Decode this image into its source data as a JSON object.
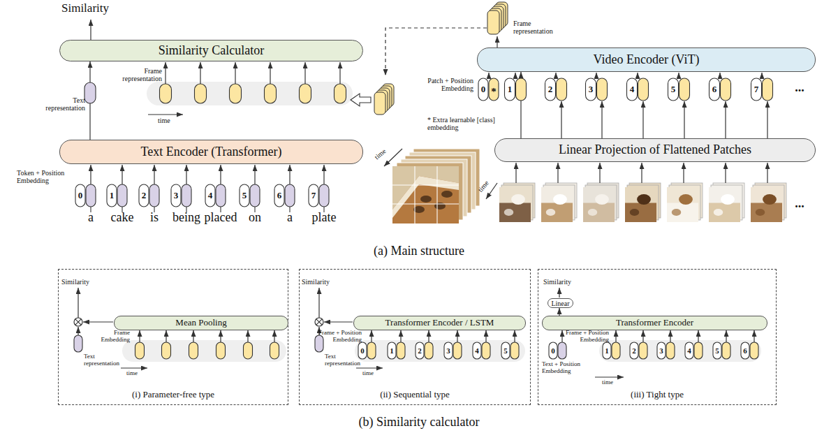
{
  "diagram": {
    "nodes": [
      {
        "text": [
          "Similarity Calculator"
        ]
      },
      {
        "text": [
          "Video Encoder (ViT)"
        ]
      },
      {
        "text": [
          "Text Encoder (Transformer)"
        ]
      },
      {
        "text": [
          "Linear Projection of Flattened Patches"
        ]
      },
      {
        "text": [
          "(i) Parameter-free type"
        ]
      },
      {
        "text": [
          "Mean Pooling"
        ],
        "in": 4
      },
      {
        "text": [
          "(ii) Sequential type"
        ]
      },
      {
        "text": [
          "Transformer Encoder / LSTM"
        ],
        "in": 6
      },
      {
        "text": [
          "(iii) Tight type"
        ]
      },
      {
        "text": [
          "Linear"
        ],
        "in": 8
      },
      {
        "text": [
          "Transformer Encoder"
        ],
        "in": 8
      }
    ],
    "edges": [
      {
        "from": 2,
        "to": 0,
        "arrow": "to"
      },
      {
        "from": 3,
        "to": 1,
        "arrow": "to"
      },
      {
        "from": 10,
        "to": 9,
        "arrow": "to"
      }
    ],
    "labels": [
      "Similarity",
      "Frame representation",
      "time",
      "Text representation",
      "Token + Position Embedding",
      "0",
      "1",
      "2",
      "3",
      "4",
      "5",
      "6",
      "7",
      "a",
      "cake",
      "is",
      "being",
      "placed",
      "on",
      "a",
      "plate",
      "Frame representation",
      "Patch + Position Embedding",
      "0",
      "*",
      "1",
      "2",
      "3",
      "4",
      "5",
      "6",
      "7",
      "...",
      "* Extra learnable [class] embedding",
      "time",
      "time",
      "...",
      "(a) Main structure",
      "Similarity",
      "Frame Embedding",
      "Text representation",
      "time",
      "Similarity",
      "Frame + Position Embedding",
      "Text representation",
      "0",
      "1",
      "2",
      "3",
      "4",
      "5",
      "time",
      "Similarity",
      "Frame + Position Embedding",
      "Text + Position Embedding",
      "0",
      "1",
      "2",
      "3",
      "4",
      "5",
      "6",
      "time",
      "(b) Similarity calculator"
    ]
  }
}
